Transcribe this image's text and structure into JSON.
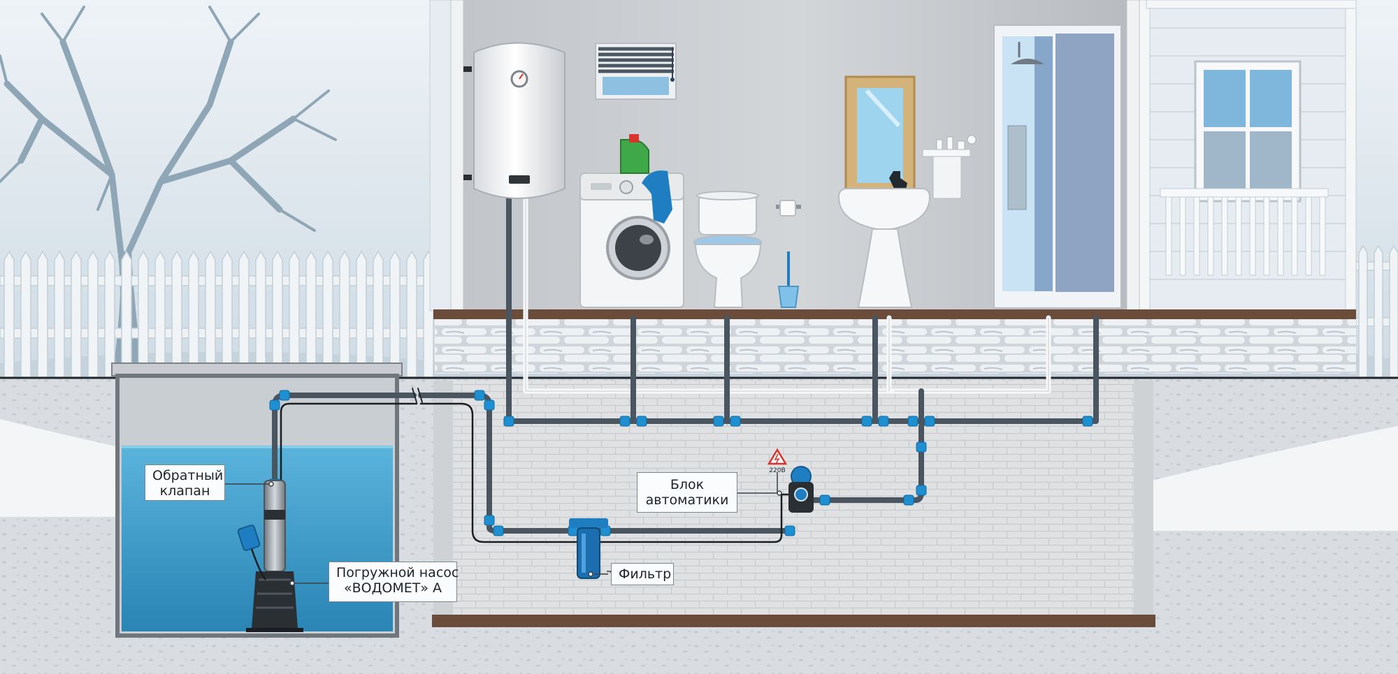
{
  "labels": {
    "check_valve": [
      "Обратный",
      "клапан"
    ],
    "automation_unit": [
      "Блок",
      "автоматики"
    ],
    "filter": "Фильтр",
    "pump": [
      "Погружной насос",
      "«ВОДОМЕТ» А"
    ],
    "voltage_sign": "220В"
  },
  "colors": {
    "pipe": "#4a5560",
    "fitting": "#1e8fd0",
    "cable": "#1a1d21",
    "water": "#3fa0cc",
    "house_wall": "#aeb1b5",
    "floor_beam": "#6b4b3a",
    "stone": "#dde2e7",
    "sky": "#d8e3eb",
    "warning": "#d9342b"
  },
  "icons": {
    "heater": "water-heater-icon",
    "washer": "washing-machine-icon",
    "toilet": "toilet-icon",
    "sink": "sink-icon",
    "shower": "shower-cabin-icon",
    "pump": "submersible-pump-icon",
    "automation": "pressure-switch-icon",
    "filter": "water-filter-icon",
    "warning": "high-voltage-warning-icon"
  }
}
